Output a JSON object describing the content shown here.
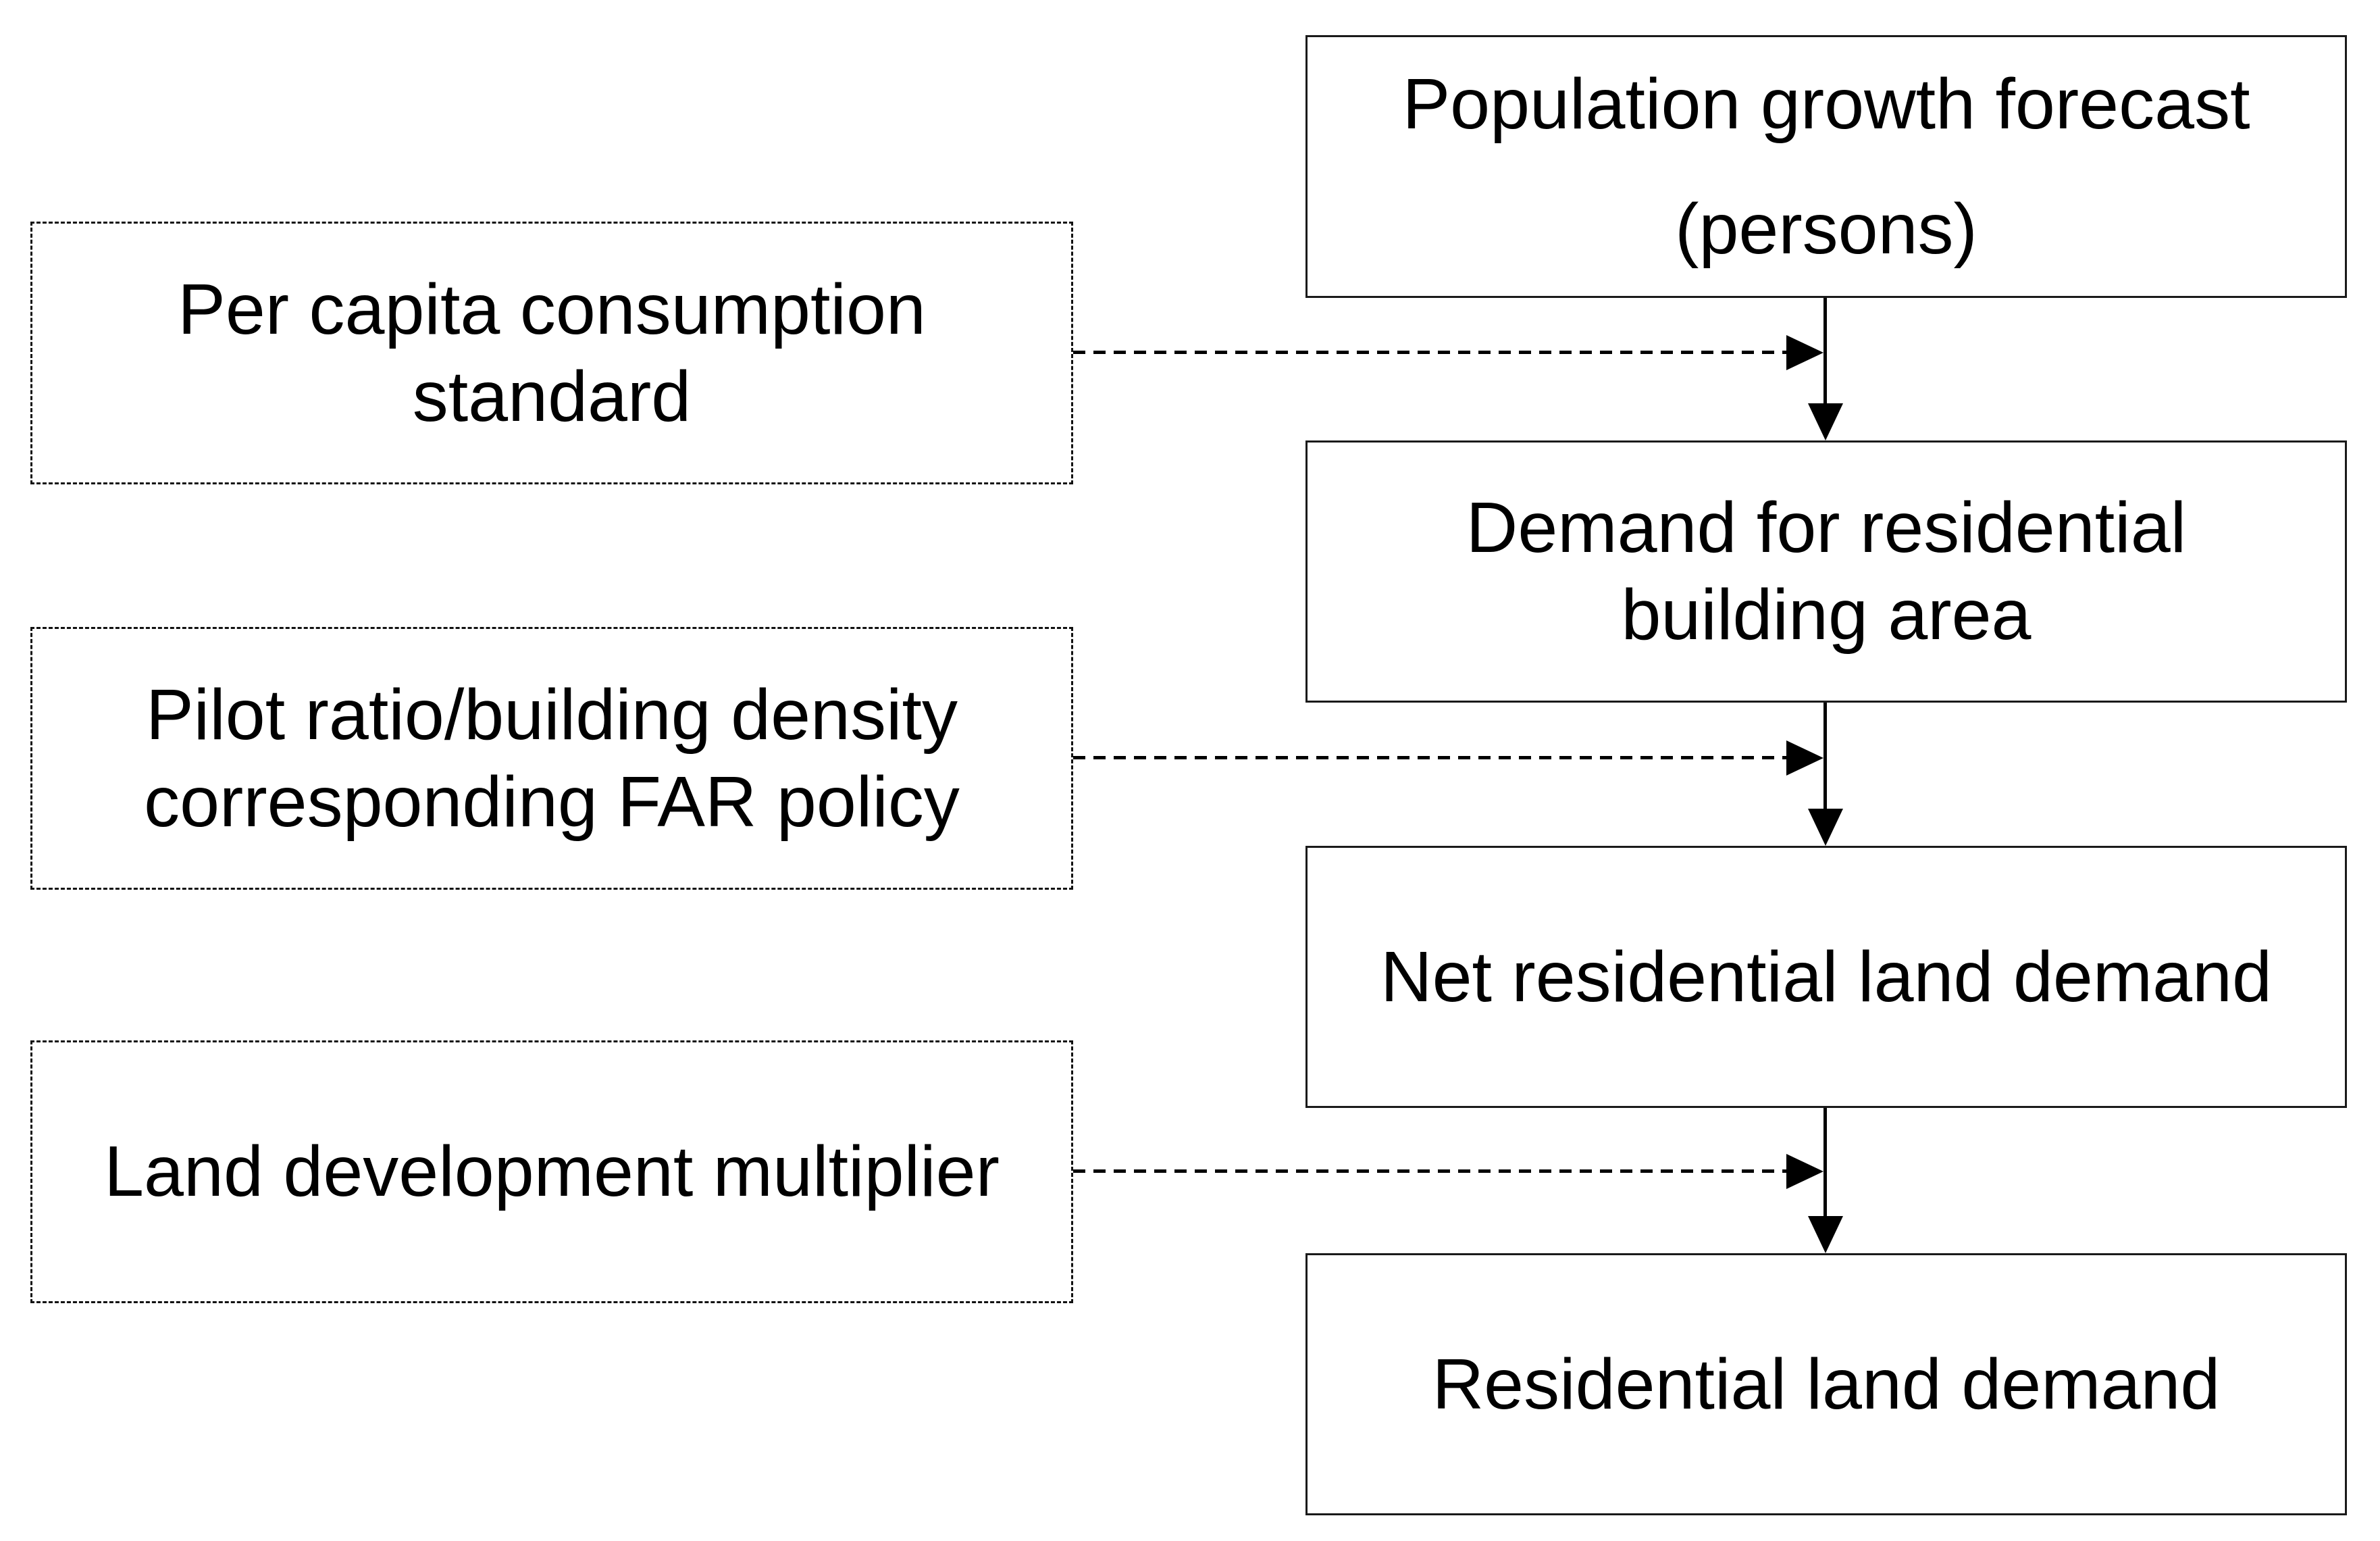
{
  "flowchart": {
    "colors": {
      "line": "#000000",
      "background": "#ffffff"
    },
    "main_flow": [
      {
        "name": "population-growth-forecast",
        "lines": [
          "Population growth forecast",
          "(persons)"
        ]
      },
      {
        "name": "demand-residential-building-area",
        "lines": [
          "Demand for residential",
          "building area"
        ]
      },
      {
        "name": "net-residential-land-demand",
        "lines": [
          "Net residential land demand"
        ]
      },
      {
        "name": "residential-land-demand",
        "lines": [
          "Residential land demand"
        ]
      }
    ],
    "inputs": [
      {
        "name": "per-capita-consumption-standard",
        "lines": [
          "Per capita consumption",
          "standard"
        ]
      },
      {
        "name": "pilot-ratio-far-policy",
        "lines": [
          "Pilot ratio/building density",
          "corresponding FAR policy"
        ]
      },
      {
        "name": "land-development-multiplier",
        "lines": [
          "Land development multiplier"
        ]
      }
    ]
  }
}
